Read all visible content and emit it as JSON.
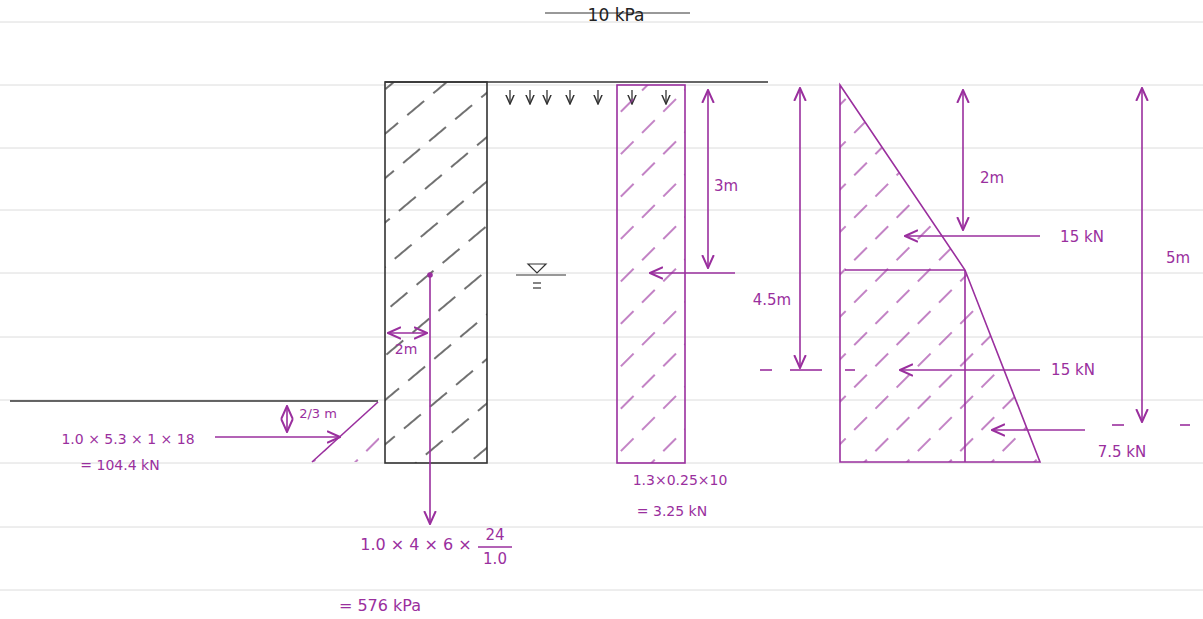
{
  "diagram": {
    "labels": [
      "10 kPa",
      "3m",
      "2m",
      "15 kN",
      "5m",
      "4.5m",
      "15 kN",
      "7.5 kN",
      "2m",
      "2/3 m",
      "1.0 × 5.3 × 1 × 18",
      "= 104.4 kN",
      "1.3×0.25×10",
      "= 3.25 kN",
      "1.0 × 4 × 6 ×",
      "24",
      "1.0",
      "= 576 kPa"
    ]
  }
}
